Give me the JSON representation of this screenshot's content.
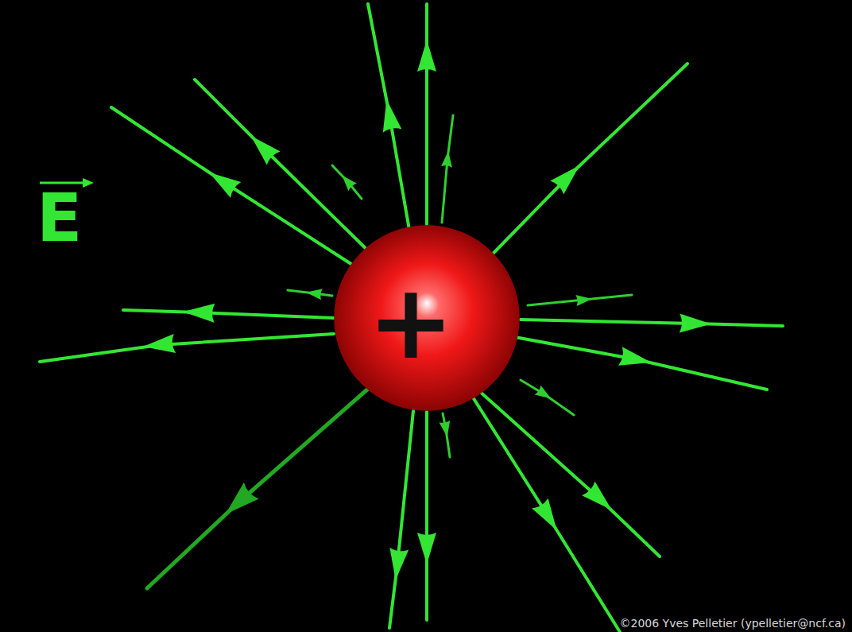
{
  "diagram": {
    "nodes": [
      {
        "text": [
          "+"
        ]
      }
    ],
    "labels": [
      "E",
      "©2006 Yves Pelletier (ypelletier@ncf.ca)"
    ]
  }
}
